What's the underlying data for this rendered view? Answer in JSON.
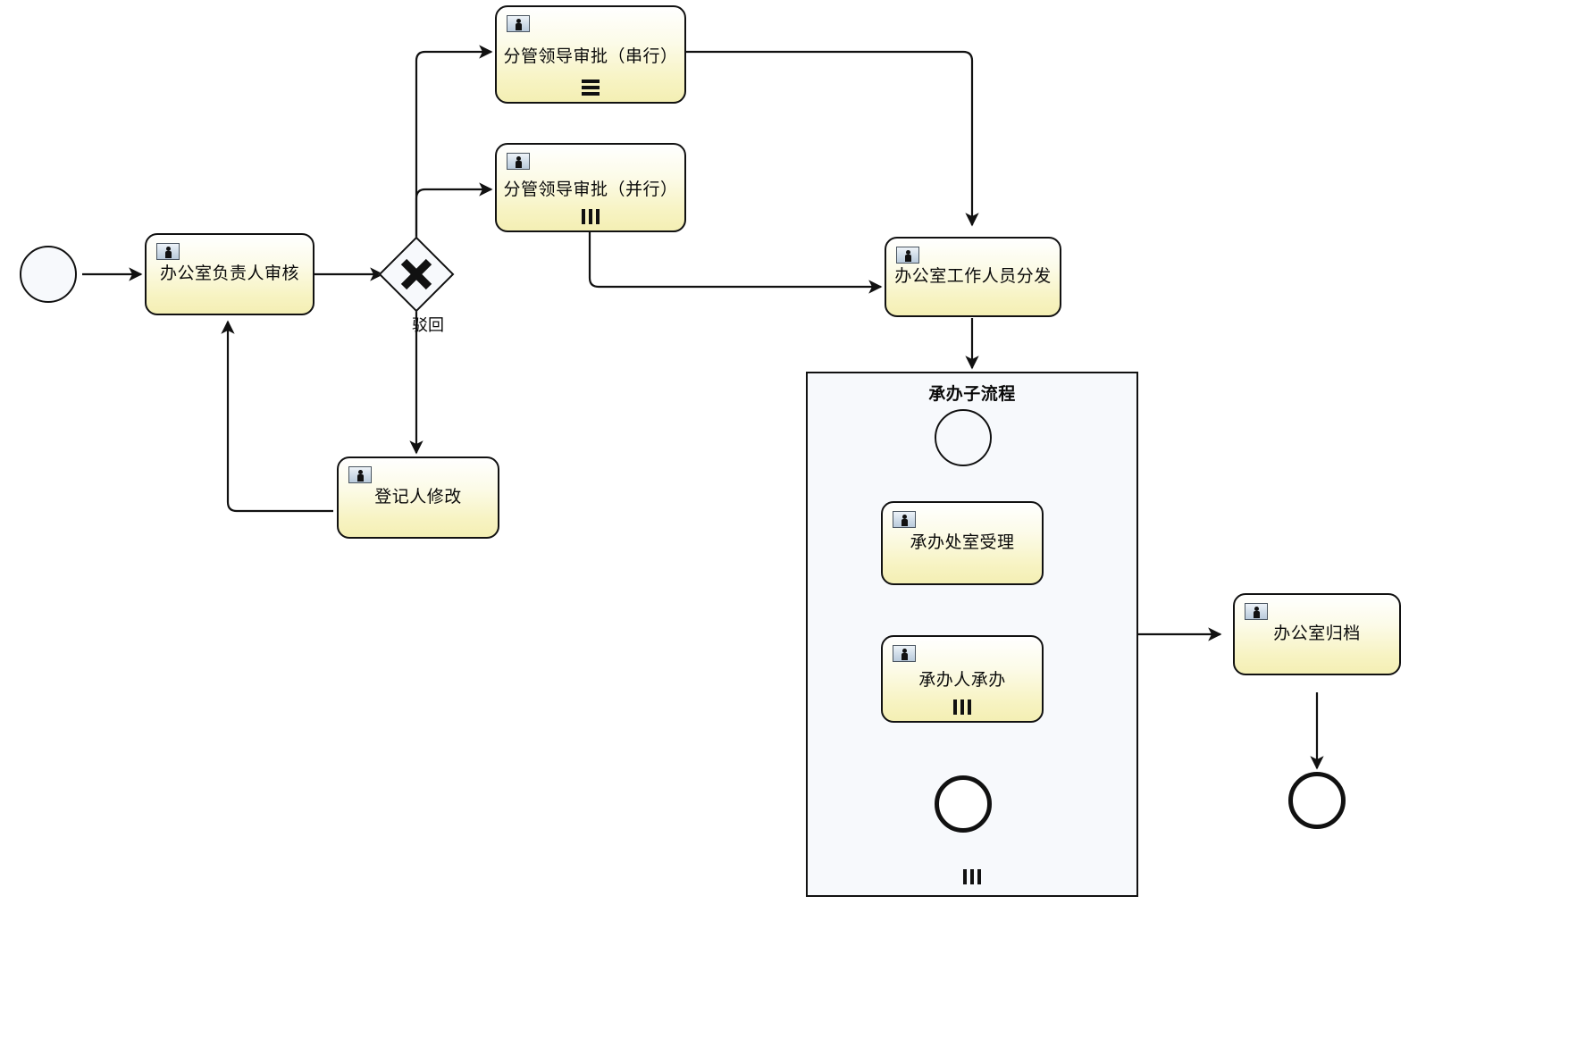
{
  "diagram": {
    "type": "bpmn-process-flow",
    "title": "",
    "colors": {
      "task_fill_top": "#ffffff",
      "task_fill_bottom": "#f4efb4",
      "stroke": "#111111",
      "subprocess_fill": "#f7f9fc",
      "event_fill": "#f7f9fc"
    }
  },
  "nodes": {
    "start_event": {
      "name": "start-event",
      "label": ""
    },
    "task_office_head_review": {
      "label": "办公室负责人审核",
      "marker": "none",
      "icon": "user-task-icon"
    },
    "gateway_reject": {
      "label": "",
      "type": "exclusive",
      "symbol": "X"
    },
    "task_leader_approval_serial": {
      "label": "分管领导审批（串行）",
      "marker": "sequential",
      "icon": "user-task-icon"
    },
    "task_leader_approval_parallel": {
      "label": "分管领导审批（并行）",
      "marker": "parallel",
      "icon": "user-task-icon"
    },
    "task_registrar_edit": {
      "label": "登记人修改",
      "marker": "none",
      "icon": "user-task-icon"
    },
    "task_office_staff_distribute": {
      "label": "办公室工作人员分发",
      "marker": "none",
      "icon": "user-task-icon"
    },
    "subprocess_handling": {
      "label": "承办子流程",
      "marker": "parallel",
      "start_event": {
        "label": ""
      },
      "task_department_accept": {
        "label": "承办处室受理",
        "marker": "none",
        "icon": "user-task-icon"
      },
      "task_handler_handle": {
        "label": "承办人承办",
        "marker": "parallel",
        "icon": "user-task-icon"
      },
      "end_event": {
        "label": ""
      }
    },
    "task_office_archive": {
      "label": "办公室归档",
      "marker": "none",
      "icon": "user-task-icon"
    },
    "end_event": {
      "name": "end-event",
      "label": ""
    }
  },
  "flows": [
    {
      "from": "start_event",
      "to": "task_office_head_review",
      "label": ""
    },
    {
      "from": "task_office_head_review",
      "to": "gateway_reject",
      "label": ""
    },
    {
      "from": "gateway_reject",
      "to": "task_leader_approval_serial",
      "label": ""
    },
    {
      "from": "gateway_reject",
      "to": "task_leader_approval_parallel",
      "label": ""
    },
    {
      "from": "gateway_reject",
      "to": "task_registrar_edit",
      "label": "驳回"
    },
    {
      "from": "task_registrar_edit",
      "to": "task_office_head_review",
      "label": ""
    },
    {
      "from": "task_leader_approval_serial",
      "to": "task_office_staff_distribute",
      "label": ""
    },
    {
      "from": "task_leader_approval_parallel",
      "to": "task_office_staff_distribute",
      "label": ""
    },
    {
      "from": "task_office_staff_distribute",
      "to": "subprocess_handling",
      "label": ""
    },
    {
      "from": "subprocess_handling",
      "to": "task_office_archive",
      "label": ""
    },
    {
      "from": "task_office_archive",
      "to": "end_event",
      "label": ""
    }
  ],
  "labels": {
    "reject": "驳回"
  }
}
